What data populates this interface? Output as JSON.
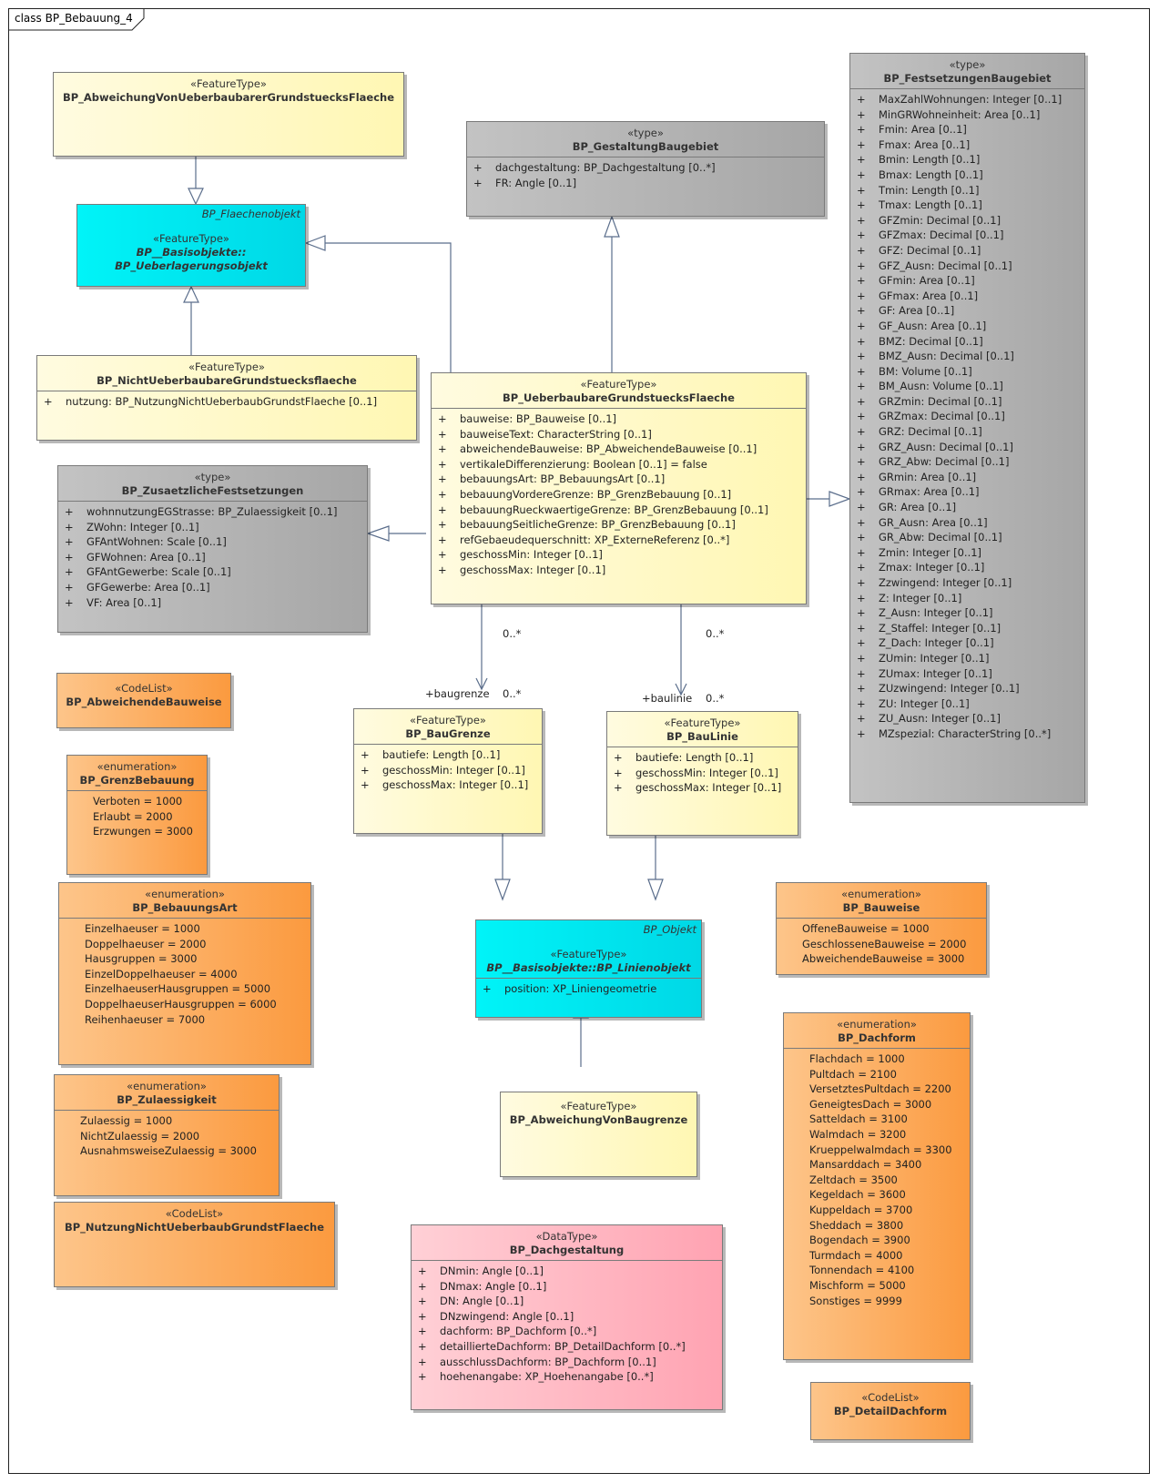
{
  "diagram": {
    "title": "class BP_Bebauung_4"
  },
  "classes": {
    "abweichung_ueberbaubar": {
      "stereotype": "«FeatureType»",
      "name": "BP_AbweichungVonUeberbaubarerGrundstuecksFlaeche"
    },
    "ueberlagerungsobjekt": {
      "package": "BP_Flaechenobjekt",
      "stereotype": "«FeatureType»",
      "name_line1": "BP__Basisobjekte::",
      "name_line2": "BP_Ueberlagerungsobjekt"
    },
    "nicht_ueberbaubar": {
      "stereotype": "«FeatureType»",
      "name": "BP_NichtUeberbaubareGrundstuecksflaeche",
      "attributes": [
        "nutzung: BP_NutzungNichtUeberbaubGrundstFlaeche [0..1]"
      ]
    },
    "zusaetzliche": {
      "stereotype": "«type»",
      "name": "BP_ZusaetzlicheFestsetzungen",
      "attributes": [
        "wohnnutzungEGStrasse: BP_Zulaessigkeit [0..1]",
        "ZWohn: Integer [0..1]",
        "GFAntWohnen: Scale [0..1]",
        "GFWohnen: Area [0..1]",
        "GFAntGewerbe: Scale [0..1]",
        "GFGewerbe: Area [0..1]",
        "VF: Area [0..1]"
      ]
    },
    "gestaltung": {
      "stereotype": "«type»",
      "name": "BP_GestaltungBaugebiet",
      "attributes": [
        "dachgestaltung: BP_Dachgestaltung [0..*]",
        "FR: Angle [0..1]"
      ]
    },
    "ueberbaubar": {
      "stereotype": "«FeatureType»",
      "name": "BP_UeberbaubareGrundstuecksFlaeche",
      "attributes": [
        "bauweise: BP_Bauweise [0..1]",
        "bauweiseText: CharacterString [0..1]",
        "abweichendeBauweise: BP_AbweichendeBauweise [0..1]",
        "vertikaleDifferenzierung: Boolean [0..1] = false",
        "bebauungsArt: BP_BebauungsArt [0..1]",
        "bebauungVordereGrenze: BP_GrenzBebauung [0..1]",
        "bebauungRueckwaertigeGrenze: BP_GrenzBebauung [0..1]",
        "bebauungSeitlicheGrenze: BP_GrenzBebauung [0..1]",
        "refGebaeudequerschnitt: XP_ExterneReferenz [0..*]",
        "geschossMin: Integer [0..1]",
        "geschossMax: Integer [0..1]"
      ]
    },
    "festsetzungen": {
      "stereotype": "«type»",
      "name": "BP_FestsetzungenBaugebiet",
      "attributes": [
        "MaxZahlWohnungen: Integer [0..1]",
        "MinGRWohneinheit: Area [0..1]",
        "Fmin: Area [0..1]",
        "Fmax: Area [0..1]",
        "Bmin: Length [0..1]",
        "Bmax: Length [0..1]",
        "Tmin: Length [0..1]",
        "Tmax: Length [0..1]",
        "GFZmin: Decimal [0..1]",
        "GFZmax: Decimal [0..1]",
        "GFZ: Decimal [0..1]",
        "GFZ_Ausn: Decimal [0..1]",
        "GFmin: Area [0..1]",
        "GFmax: Area [0..1]",
        "GF: Area [0..1]",
        "GF_Ausn: Area [0..1]",
        "BMZ: Decimal [0..1]",
        "BMZ_Ausn: Decimal [0..1]",
        "BM: Volume [0..1]",
        "BM_Ausn: Volume [0..1]",
        "GRZmin: Decimal [0..1]",
        "GRZmax: Decimal [0..1]",
        "GRZ: Decimal [0..1]",
        "GRZ_Ausn: Decimal [0..1]",
        "GRZ_Abw: Decimal [0..1]",
        "GRmin: Area [0..1]",
        "GRmax: Area [0..1]",
        "GR: Area [0..1]",
        "GR_Ausn: Area [0..1]",
        "GR_Abw: Decimal [0..1]",
        "Zmin: Integer [0..1]",
        "Zmax: Integer [0..1]",
        "Zzwingend: Integer [0..1]",
        "Z: Integer [0..1]",
        "Z_Ausn: Integer [0..1]",
        "Z_Staffel: Integer [0..1]",
        "Z_Dach: Integer [0..1]",
        "ZUmin: Integer [0..1]",
        "ZUmax: Integer [0..1]",
        "ZUzwingend: Integer [0..1]",
        "ZU: Integer [0..1]",
        "ZU_Ausn: Integer [0..1]",
        "MZspezial: CharacterString [0..*]"
      ]
    },
    "abweichende_bauweise": {
      "stereotype": "«CodeList»",
      "name": "BP_AbweichendeBauweise"
    },
    "grenzbebauung": {
      "stereotype": "«enumeration»",
      "name": "BP_GrenzBebauung",
      "values": [
        "Verboten = 1000",
        "Erlaubt = 2000",
        "Erzwungen = 3000"
      ]
    },
    "bebauungsart": {
      "stereotype": "«enumeration»",
      "name": "BP_BebauungsArt",
      "values": [
        "Einzelhaeuser = 1000",
        "Doppelhaeuser = 2000",
        "Hausgruppen = 3000",
        "EinzelDoppelhaeuser = 4000",
        "EinzelhaeuserHausgruppen = 5000",
        "DoppelhaeuserHausgruppen = 6000",
        "Reihenhaeuser = 7000"
      ]
    },
    "zulaessigkeit": {
      "stereotype": "«enumeration»",
      "name": "BP_Zulaessigkeit",
      "values": [
        "Zulaessig = 1000",
        "NichtZulaessig = 2000",
        "AusnahmsweiseZulaessig = 3000"
      ]
    },
    "nutzung_codelist": {
      "stereotype": "«CodeList»",
      "name": "BP_NutzungNichtUeberbaubGrundstFlaeche"
    },
    "baugrenze": {
      "stereotype": "«FeatureType»",
      "name": "BP_BauGrenze",
      "attributes": [
        "bautiefe: Length [0..1]",
        "geschossMin: Integer [0..1]",
        "geschossMax: Integer [0..1]"
      ]
    },
    "baulinie": {
      "stereotype": "«FeatureType»",
      "name": "BP_BauLinie",
      "attributes": [
        "bautiefe: Length [0..1]",
        "geschossMin: Integer [0..1]",
        "geschossMax: Integer [0..1]"
      ]
    },
    "linienobjekt": {
      "package": "BP_Objekt",
      "stereotype": "«FeatureType»",
      "name": "BP__Basisobjekte::BP_Linienobjekt",
      "attributes": [
        "position: XP_Liniengeometrie"
      ]
    },
    "abweichung_baugrenze": {
      "stereotype": "«FeatureType»",
      "name": "BP_AbweichungVonBaugrenze"
    },
    "dachgestaltung": {
      "stereotype": "«DataType»",
      "name": "BP_Dachgestaltung",
      "attributes": [
        "DNmin: Angle [0..1]",
        "DNmax: Angle [0..1]",
        "DN: Angle [0..1]",
        "DNzwingend: Angle [0..1]",
        "dachform: BP_Dachform [0..*]",
        "detaillierteDachform: BP_DetailDachform [0..*]",
        "ausschlussDachform: BP_Dachform [0..1]",
        "hoehenangabe: XP_Hoehenangabe [0..*]"
      ]
    },
    "bauweise": {
      "stereotype": "«enumeration»",
      "name": "BP_Bauweise",
      "values": [
        "OffeneBauweise = 1000",
        "GeschlosseneBauweise = 2000",
        "AbweichendeBauweise = 3000"
      ]
    },
    "dachform": {
      "stereotype": "«enumeration»",
      "name": "BP_Dachform",
      "values": [
        "Flachdach = 1000",
        "Pultdach = 2100",
        "VersetztesPultdach = 2200",
        "GeneigtesDach = 3000",
        "Satteldach = 3100",
        "Walmdach = 3200",
        "Krueppelwalmdach = 3300",
        "Mansarddach = 3400",
        "Zeltdach = 3500",
        "Kegeldach = 3600",
        "Kuppeldach = 3700",
        "Sheddach = 3800",
        "Bogendach = 3900",
        "Turmdach = 4000",
        "Tonnendach = 4100",
        "Mischform = 5000",
        "Sonstiges = 9999"
      ]
    },
    "detaildachform": {
      "stereotype": "«CodeList»",
      "name": "BP_DetailDachform"
    }
  },
  "associations": {
    "baugrenze": {
      "source_mult": "0..*",
      "role": "+baugrenze",
      "target_mult": "0..*"
    },
    "baulinie": {
      "source_mult": "0..*",
      "role": "+baulinie",
      "target_mult": "0..*"
    }
  },
  "visibility_symbol": "+"
}
